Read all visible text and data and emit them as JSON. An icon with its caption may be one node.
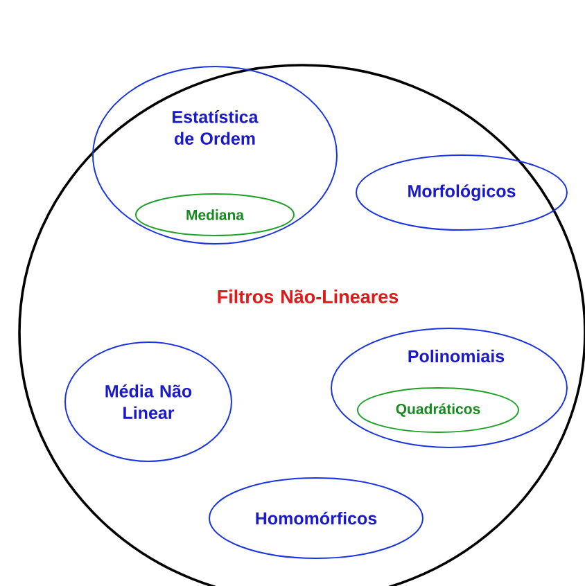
{
  "diagram": {
    "nodes": [
      {
        "text": [
          "Filtros Não-Lineares"
        ]
      },
      {
        "text": [
          "Estatística de Ordem"
        ],
        "in": 0
      },
      {
        "text": [
          "Mediana"
        ],
        "in": 1
      },
      {
        "text": [
          "Morfológicos"
        ],
        "in": 0
      },
      {
        "text": [
          "Polinomiais"
        ],
        "in": 0
      },
      {
        "text": [
          "Quadráticos"
        ],
        "in": 4
      },
      {
        "text": [
          "Média Não Linear"
        ],
        "in": 0
      },
      {
        "text": [
          "Homomórficos"
        ],
        "in": 0
      }
    ]
  }
}
